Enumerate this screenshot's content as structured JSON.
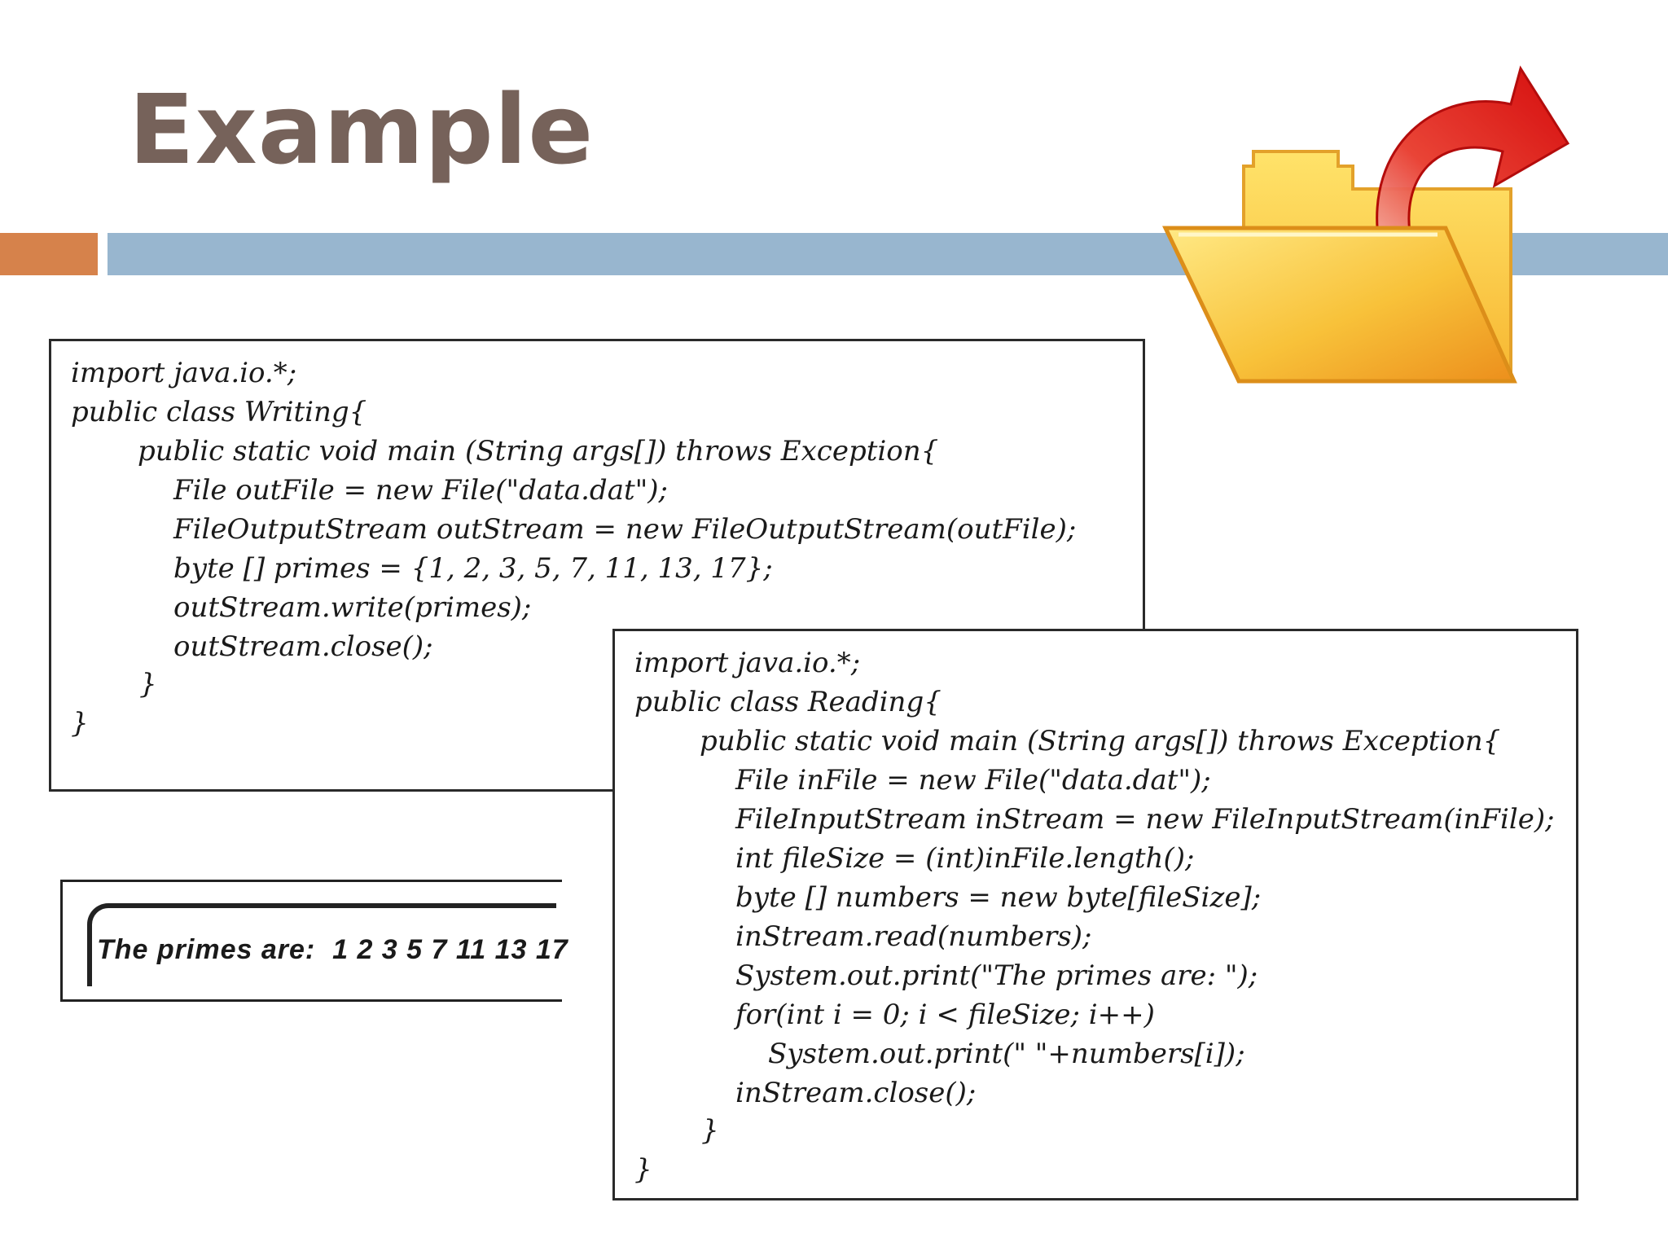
{
  "slide": {
    "title": "Example",
    "colors": {
      "title": "#76625a",
      "accent_orange": "#d6824b",
      "accent_blue": "#98b6cf"
    },
    "icon": "open-folder-with-arrow-icon"
  },
  "writing_code": {
    "lines": [
      "import java.io.*;",
      "public class Writing{",
      "public static void main (String args[]) throws Exception{",
      "File outFile = new File(\"data.dat\");",
      "FileOutputStream outStream = new FileOutputStream(outFile);",
      "byte [] primes = {1, 2, 3, 5, 7, 11, 13, 17};",
      "outStream.write(primes);",
      "outStream.close();",
      "}",
      "}"
    ]
  },
  "reading_code": {
    "lines": [
      "import java.io.*;",
      "public class Reading{",
      "public static void main (String args[]) throws Exception{",
      "File inFile = new File(\"data.dat\");",
      "FileInputStream inStream = new FileInputStream(inFile);",
      "int fileSize = (int)inFile.length();",
      "byte [] numbers = new byte[fileSize];",
      "inStream.read(numbers);",
      "System.out.print(\"The primes are: \");",
      "for(int i = 0; i < fileSize; i++)",
      "System.out.print(\" \"+numbers[i]);",
      "inStream.close();",
      "}",
      "}"
    ]
  },
  "output": {
    "text": "The primes are:  1 2 3 5 7 11 13 17"
  }
}
